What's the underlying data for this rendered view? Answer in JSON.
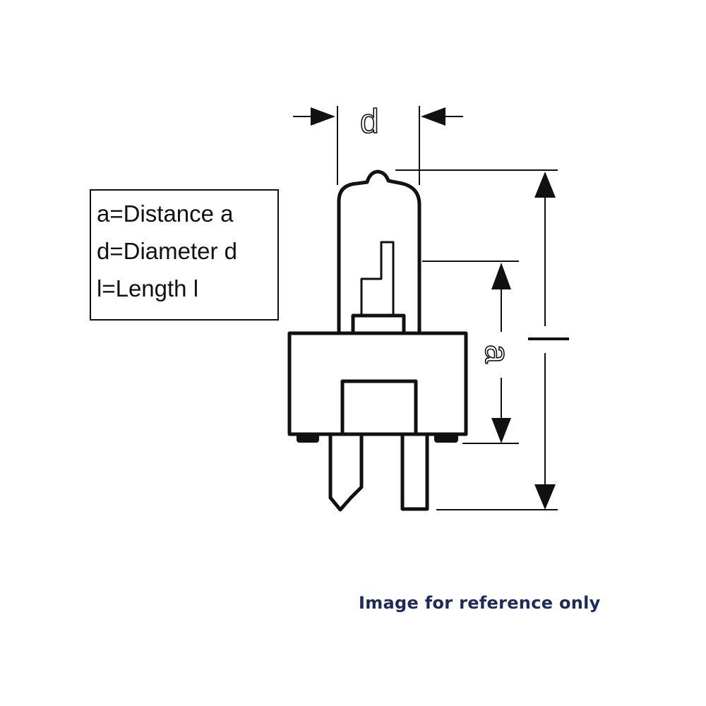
{
  "legend": {
    "lines": [
      "a=Distance a",
      "d=Diameter d",
      "l=Length l"
    ]
  },
  "dimension_labels": {
    "diameter": "d",
    "distance": "a",
    "length": "l"
  },
  "footer_note": "Image for reference only",
  "colors": {
    "line": "#111111",
    "note": "#1d2b5c"
  }
}
